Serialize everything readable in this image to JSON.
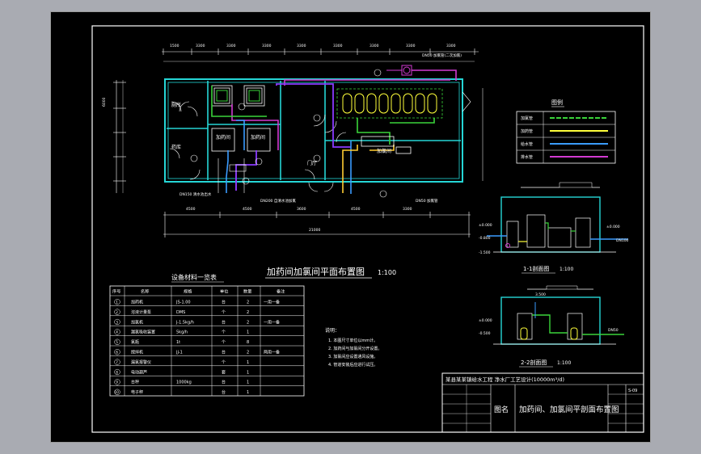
{
  "plan_title": "加药间加氯间平面布置图",
  "plan_scale": "1:100",
  "equipment_table": {
    "title": "设备材料一览表",
    "headers": [
      "序号",
      "名称",
      "规格",
      "单位",
      "数量",
      "备注"
    ],
    "rows": [
      {
        "no": "1",
        "name": "加药机",
        "spec": "JS-1.00",
        "unit": "台",
        "qty": "2",
        "note": "一用一备"
      },
      {
        "no": "2",
        "name": "溶液计量泵",
        "spec": "DMS",
        "unit": "个",
        "qty": "2",
        "note": ""
      },
      {
        "no": "3",
        "name": "加氯机",
        "spec": "J-1.5kg/h",
        "unit": "台",
        "qty": "2",
        "note": "一用一备"
      },
      {
        "no": "4",
        "name": "漏氯吸收装置",
        "spec": "5kg/h",
        "unit": "个",
        "qty": "1",
        "note": ""
      },
      {
        "no": "5",
        "name": "氯瓶",
        "spec": "1t",
        "unit": "个",
        "qty": "8",
        "note": ""
      },
      {
        "no": "6",
        "name": "搅拌机",
        "spec": "JJ-1",
        "unit": "台",
        "qty": "2",
        "note": "两用一备"
      },
      {
        "no": "7",
        "name": "漏氯报警仪",
        "spec": "",
        "unit": "个",
        "qty": "1",
        "note": ""
      },
      {
        "no": "8",
        "name": "电动葫芦",
        "spec": "",
        "unit": "套",
        "qty": "1",
        "note": ""
      },
      {
        "no": "9",
        "name": "台秤",
        "spec": "1000kg",
        "unit": "台",
        "qty": "1",
        "note": ""
      },
      {
        "no": "10",
        "name": "电子秤",
        "spec": "",
        "unit": "台",
        "qty": "1",
        "note": ""
      }
    ]
  },
  "notes": {
    "title": "说明：",
    "lines": [
      "1. 本图尺寸单位以mm计。",
      "2. 加药间与加氯间分开设置。",
      "3. 加氯间应设置通风设施。",
      "4. 管道安装后应进行试压。"
    ]
  },
  "legend": {
    "title": "图例",
    "items": [
      {
        "label": "加氯管",
        "color": "#3ad43a"
      },
      {
        "label": "加药管",
        "color": "#ffff3a"
      },
      {
        "label": "给水管",
        "color": "#3a9cff"
      },
      {
        "label": "排水管",
        "color": "#d23ad2"
      }
    ]
  },
  "section_1": {
    "title": "1-1剖面图",
    "scale": "1:100"
  },
  "section_2": {
    "title": "2-2剖面图",
    "scale": "1:100"
  },
  "rooms": {
    "dosing": "加药间",
    "chlorine": "加氯间",
    "hall": "门厅",
    "storage": "药库",
    "toilet": "厕所"
  },
  "title_block": {
    "project": "某县某某镇给水工程 净水厂工艺设计(10000m³/d)",
    "drawing_label": "图名",
    "drawing_name": "加药间、加氯间平剖面布置图",
    "sheet_no": "S-09"
  }
}
